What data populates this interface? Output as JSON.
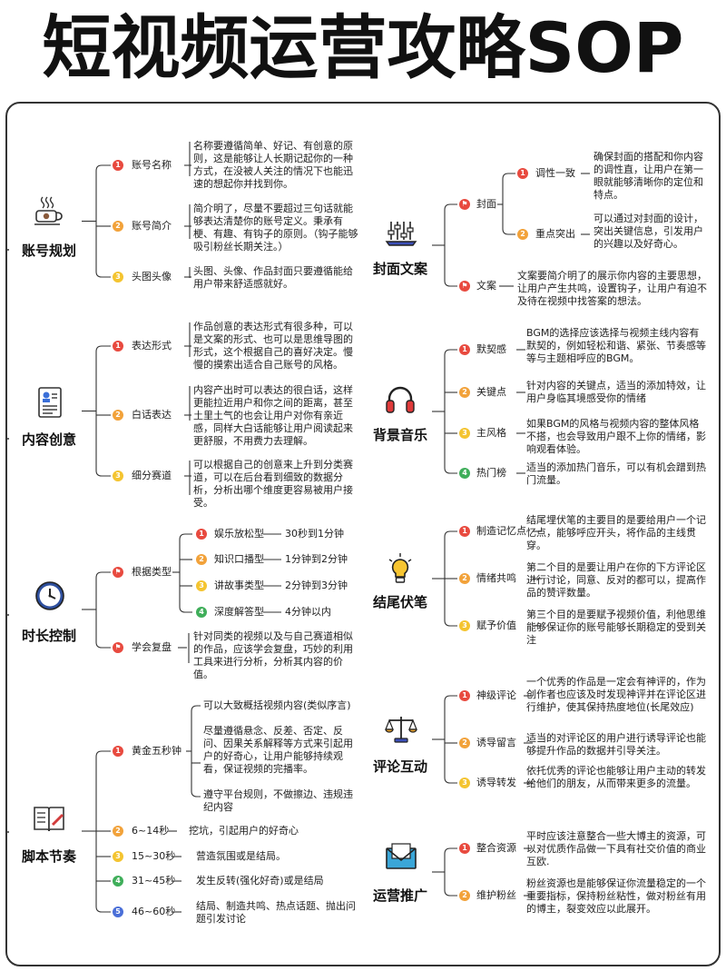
{
  "title": "短视频运营攻略SOP",
  "colors": {
    "n1": "#e84a3f",
    "n2": "#f2a23a",
    "n3": "#f4c430",
    "n4": "#3fae5a",
    "n5": "#4a6fd8",
    "flag": "#e84a3f"
  },
  "left": {
    "account": {
      "title": "账号规划",
      "items": [
        {
          "num": "1",
          "label": "账号名称",
          "text": "名称要遵循简单、好记、有创意的原则，这是能够让人长期记起你的一种方式，在没被人关注的情况下也能迅速的想起你并找到你。"
        },
        {
          "num": "2",
          "label": "账号简介",
          "text": "简介明了，尽量不要超过三句话就能够表达清楚你的账号定义。秉承有梗、有趣、有钩子的原则。（钩子能够吸引粉丝长期关注。）"
        },
        {
          "num": "3",
          "label": "头图头像",
          "text": "头图、头像、作品封面只要遵循能给用户带来舒适感就好。"
        }
      ]
    },
    "content": {
      "title": "内容创意",
      "items": [
        {
          "num": "1",
          "label": "表达形式",
          "text": "作品创意的表达形式有很多种，可以是文案的形式、也可以是思维导图的形式，这个根据自己的喜好决定。慢慢的摸索出适合自己账号的风格。"
        },
        {
          "num": "2",
          "label": "白话表达",
          "text": "内容产出时可以表达的很白话，这样更能拉近用户和你之间的距离，甚至土里土气的也会让用户对你有亲近感，同样大白话能够让用户阅读起来更舒服，不用费力去理解。"
        },
        {
          "num": "3",
          "label": "细分赛道",
          "text": "可以根据自己的创意来上升到分类赛道，可以在后台看到细致的数据分析，分析出哪个维度更容易被用户接受。"
        }
      ]
    },
    "duration": {
      "title": "时长控制",
      "items": [
        {
          "label": "根据类型",
          "subs": [
            {
              "num": "1",
              "label": "娱乐放松型",
              "value": "30秒到1分钟"
            },
            {
              "num": "2",
              "label": "知识口播型",
              "value": "1分钟到2分钟"
            },
            {
              "num": "3",
              "label": "讲故事类型",
              "value": "2分钟到3分钟"
            },
            {
              "num": "4",
              "label": "深度解答型",
              "value": "4分钟以内"
            }
          ]
        },
        {
          "label": "学会复盘",
          "text": "针对同类的视频以及与自己赛道相似的作品，应该学会复盘，巧妙的利用工具来进行分析，分析其内容的价值。"
        }
      ]
    },
    "script": {
      "title": "脚本节奏",
      "items": [
        {
          "num": "1",
          "label": "黄金五秒钟",
          "texts": [
            "可以大致概括视频内容(类似序言)",
            "尽量遵循悬念、反差、否定、反问、因果关系解释等方式来引起用户的好奇心，让用户能够持续观看，保证视频的完播率。",
            "遵守平台规则，不做擦边、违规违纪内容"
          ]
        },
        {
          "num": "2",
          "label": "6~14秒",
          "text": "挖坑，引起用户的好奇心"
        },
        {
          "num": "3",
          "label": "15~30秒",
          "text": "营造氛围或是结局。"
        },
        {
          "num": "4",
          "label": "31~45秒",
          "text": "发生反转(强化好奇)或是结局"
        },
        {
          "num": "5",
          "label": "46~60秒",
          "text": "结局、制造共鸣、热点话题、抛出问题引发讨论"
        }
      ]
    }
  },
  "right": {
    "cover": {
      "title": "封面文案",
      "items": [
        {
          "label": "封面",
          "subs": [
            {
              "num": "1",
              "label": "调性一致",
              "text": "确保封面的搭配和你内容的调性直，让用户在第一眼就能够清晰你的定位和特点。"
            },
            {
              "num": "2",
              "label": "重点突出",
              "text": "可以通过对封面的设计，突出关键信息，引发用户的兴趣以及好奇心。"
            }
          ]
        },
        {
          "label": "文案",
          "text": "文案要简介明了的展示你内容的主要思想，让用户产生共鸣，设置钩子，让用户有迫不及待在视频中找答案的想法。"
        }
      ]
    },
    "music": {
      "title": "背景音乐",
      "items": [
        {
          "num": "1",
          "label": "默契感",
          "text": "BGM的选择应该选择与视频主线内容有默契的，例如轻松和谐、紧张、节奏感等等与主题相呼应的BGM。"
        },
        {
          "num": "2",
          "label": "关键点",
          "text": "针对内容的关键点，适当的添加特效，让用户身临其境感受你的情绪"
        },
        {
          "num": "3",
          "label": "主风格",
          "text": "如果BGM的风格与视频内容的整体风格不搭，也会导致用户跟不上你的情绪，影响观看体验。"
        },
        {
          "num": "4",
          "label": "热门榜",
          "text": "适当的添加热门音乐，可以有机会蹭到热门流量。"
        }
      ]
    },
    "ending": {
      "title": "结尾伏笔",
      "items": [
        {
          "num": "1",
          "label": "制造记忆点",
          "text": "结尾埋伏笔的主要目的是要给用户一个记忆点，能够呼应开头，将作品的主线贯穿。"
        },
        {
          "num": "2",
          "label": "情绪共鸣",
          "text": "第二个目的是要让用户在你的下方评论区进行讨论，同意、反对的都可以，提高作品的赞评数量。"
        },
        {
          "num": "3",
          "label": "赋予价值",
          "text": "第三个目的是要赋予视频价值，利他思维能够保证你的账号能够长期稳定的受到关注"
        }
      ]
    },
    "comment": {
      "title": "评论互动",
      "items": [
        {
          "num": "1",
          "label": "神级评论",
          "text": "一个优秀的作品是一定会有神评的，作为创作者也应该及时发现神评并在评论区进行维护，使其保持热度地位(长尾效应)"
        },
        {
          "num": "2",
          "label": "诱导留言",
          "text": "适当的对评论区的用户进行诱导评论也能够提升作品的数据并引导关注。"
        },
        {
          "num": "3",
          "label": "诱导转发",
          "text": "依托优秀的评论也能够让用户主动的转发给他们的朋友，从而带来更多的流量。"
        }
      ]
    },
    "promo": {
      "title": "运营推广",
      "items": [
        {
          "num": "1",
          "label": "整合资源",
          "text": "平时应该注意整合一些大博主的资源，可以对优质作品做一下具有社交价值的商业互欧."
        },
        {
          "num": "2",
          "label": "维护粉丝",
          "text": "粉丝资源也是能够保证你流量稳定的一个重要指标，保持粉丝粘性，做对粉丝有用的博主，裂变效应以此展开。"
        }
      ]
    }
  },
  "icons": {
    "account": "coffee-cup-icon",
    "content": "document-icon",
    "duration": "clock-icon",
    "script": "notebook-icon",
    "cover": "mixer-icon",
    "music": "headphones-icon",
    "ending": "lightbulb-icon",
    "comment": "scales-icon",
    "promo": "envelope-icon"
  }
}
